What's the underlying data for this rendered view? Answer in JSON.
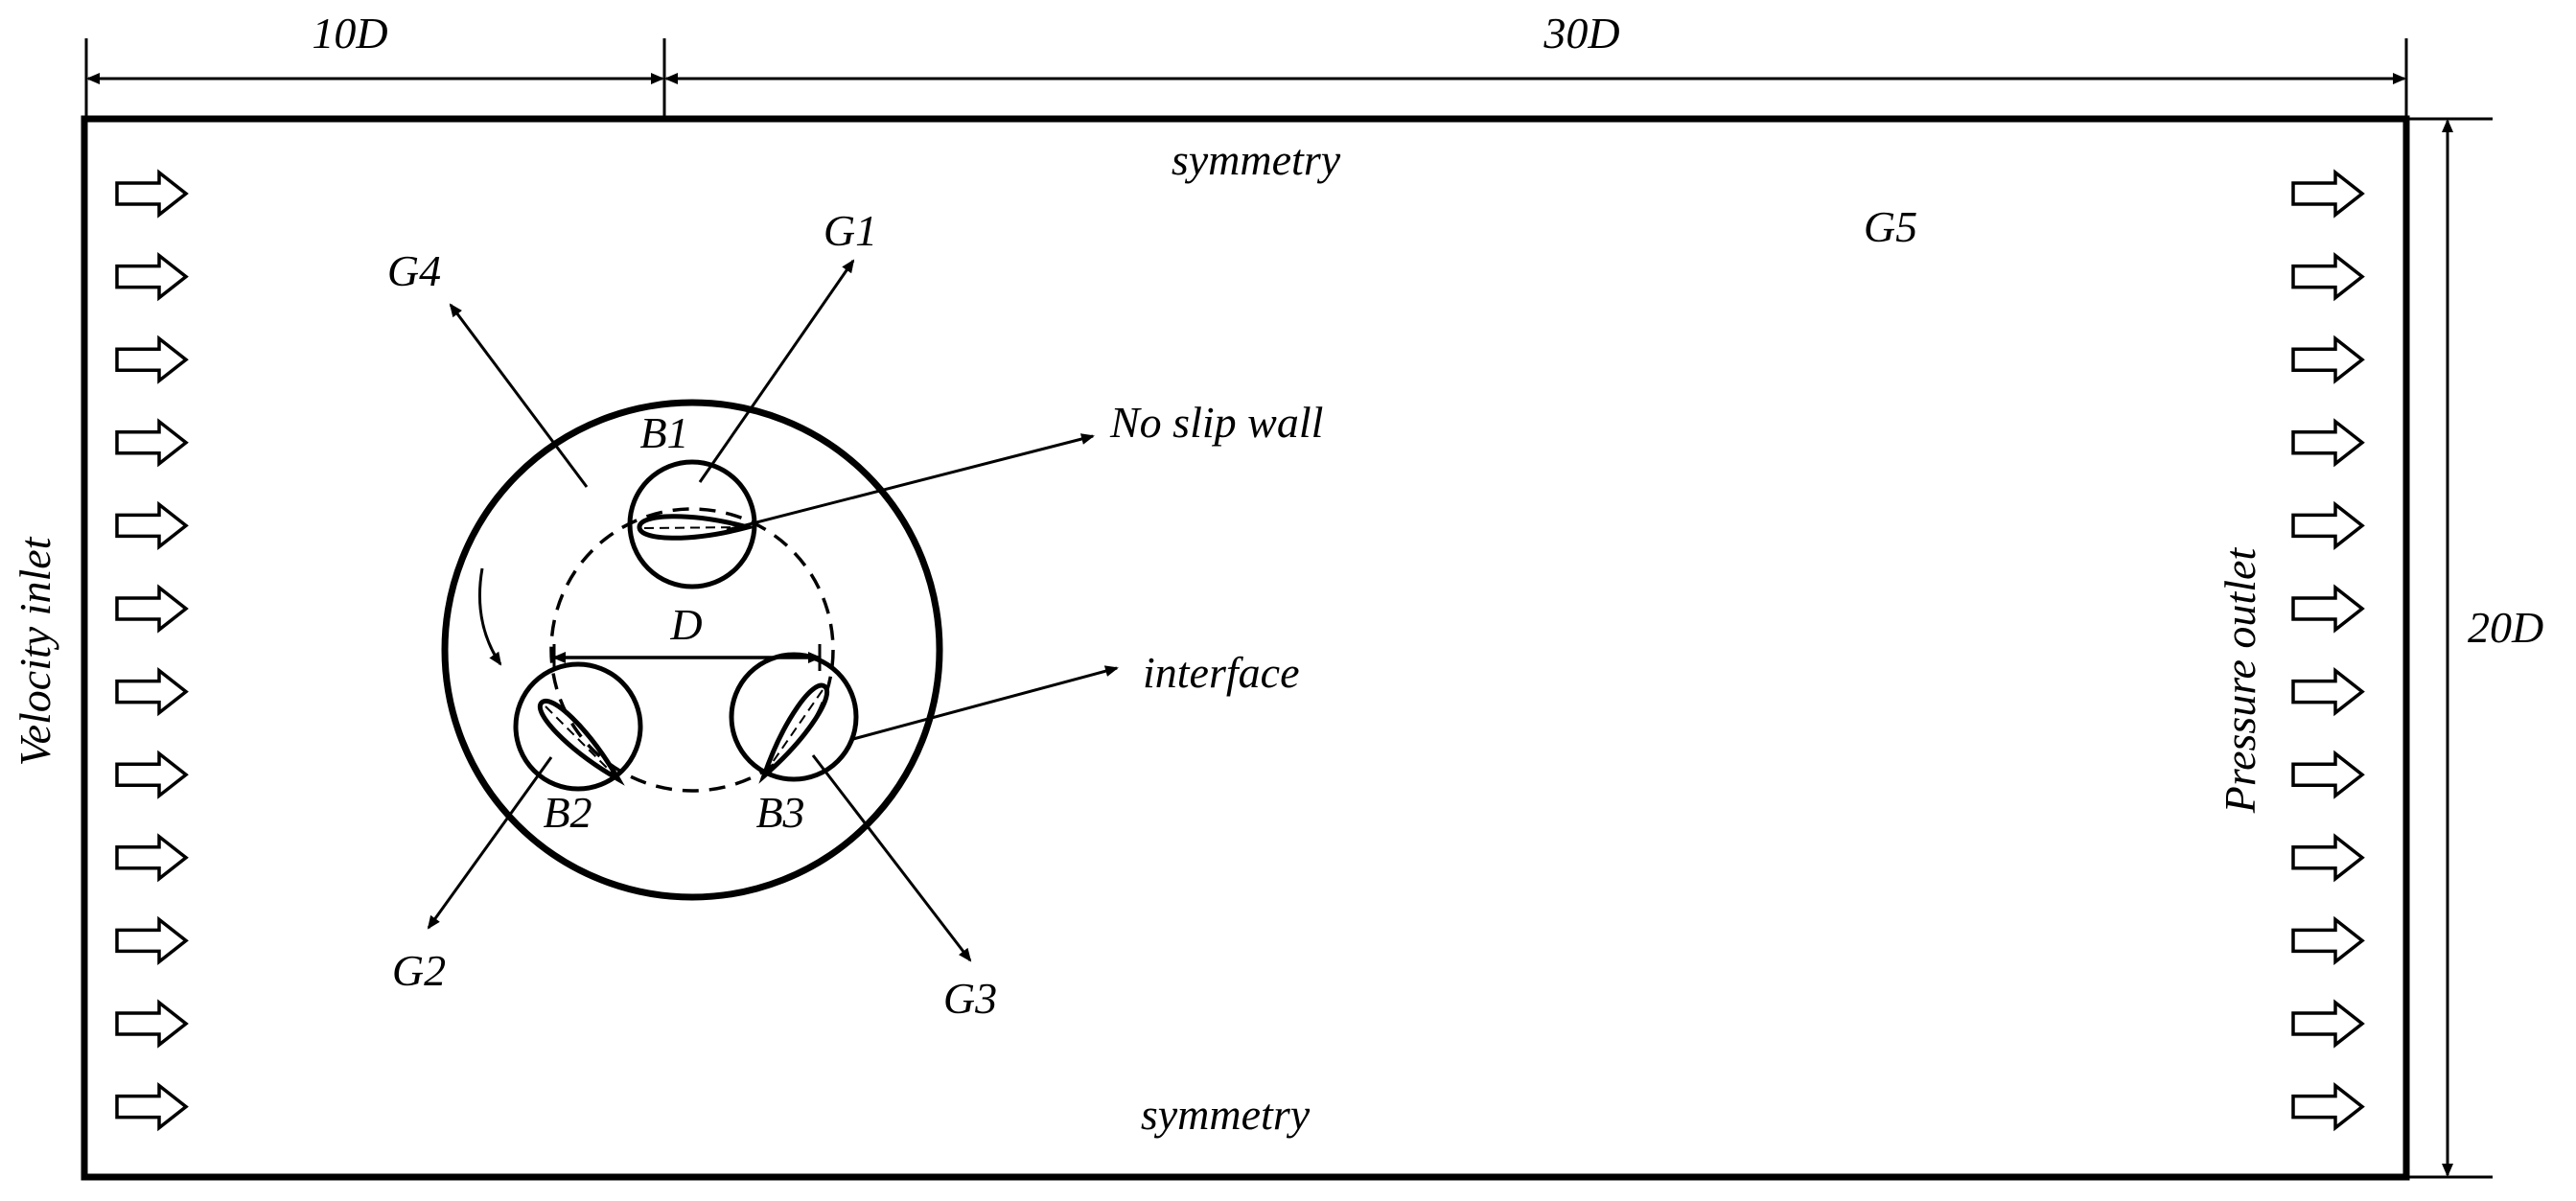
{
  "dimensions": {
    "inlet_length": "10D",
    "outlet_length": "30D",
    "domain_height": "20D",
    "blade_spacing": "D"
  },
  "boundaries": {
    "top": "symmetry",
    "bottom": "symmetry",
    "left": "Velocity inlet",
    "right": "Pressure outlet"
  },
  "regions": {
    "g1": "G1",
    "g2": "G2",
    "g3": "G3",
    "g4": "G4",
    "g5": "G5"
  },
  "blades": {
    "b1": "B1",
    "b2": "B2",
    "b3": "B3"
  },
  "callouts": {
    "wall": "No slip wall",
    "interface": "interface"
  },
  "colors": {
    "stroke": "#000000",
    "background": "#ffffff"
  }
}
